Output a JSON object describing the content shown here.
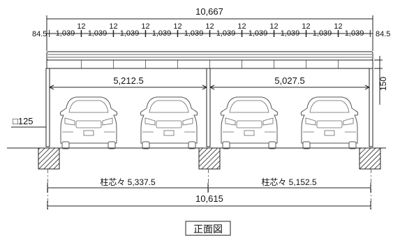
{
  "overall_top": "10,667",
  "top_modules": {
    "edge": "84.5",
    "module": "1,039",
    "gap": "12"
  },
  "span_left": "5,212.5",
  "span_right": "5,027.5",
  "beam_height": "150",
  "post_size": "□125",
  "pitch_left": "柱芯々 5,337.5",
  "pitch_right": "柱芯々 5,152.5",
  "overall_bottom": "10,615",
  "view_label": "正面図"
}
